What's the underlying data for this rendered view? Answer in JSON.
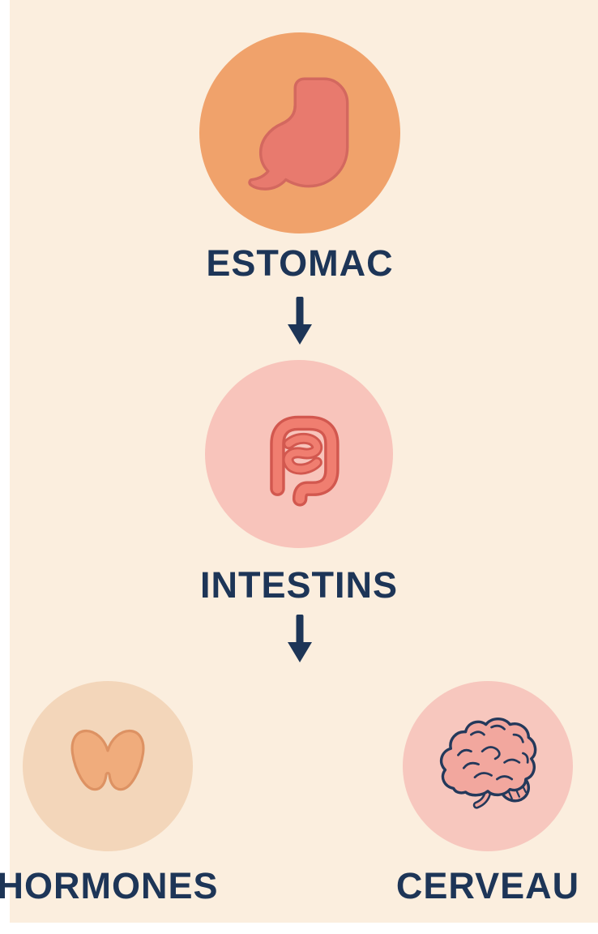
{
  "diagram": {
    "background_color": "#FBEEDE",
    "label_color": "#1D3557",
    "arrow_color": "#1D3557",
    "nodes": [
      {
        "id": "estomac",
        "label": "ESTOMAC",
        "icon": "stomach-icon",
        "circle_color": "#F0A26B",
        "icon_color": "#E87A6E"
      },
      {
        "id": "intestins",
        "label": "INTESTINS",
        "icon": "intestines-icon",
        "circle_color": "#F8C4BB",
        "icon_color": "#F07E70"
      },
      {
        "id": "hormones",
        "label": "HORMONES",
        "icon": "thyroid-icon",
        "circle_color": "#F3D6BA",
        "icon_color": "#F0AC7C"
      },
      {
        "id": "cerveau",
        "label": "CERVEAU",
        "icon": "brain-icon",
        "circle_color": "#F7C7BE",
        "icon_color": "#F2A79E"
      }
    ],
    "connections": [
      {
        "from": "ESTOMAC",
        "to": "INTESTINS",
        "type": "down-arrow"
      },
      {
        "from": "INTESTINS",
        "to": "HORMONES / CERVEAU",
        "type": "down-arrow"
      }
    ]
  }
}
